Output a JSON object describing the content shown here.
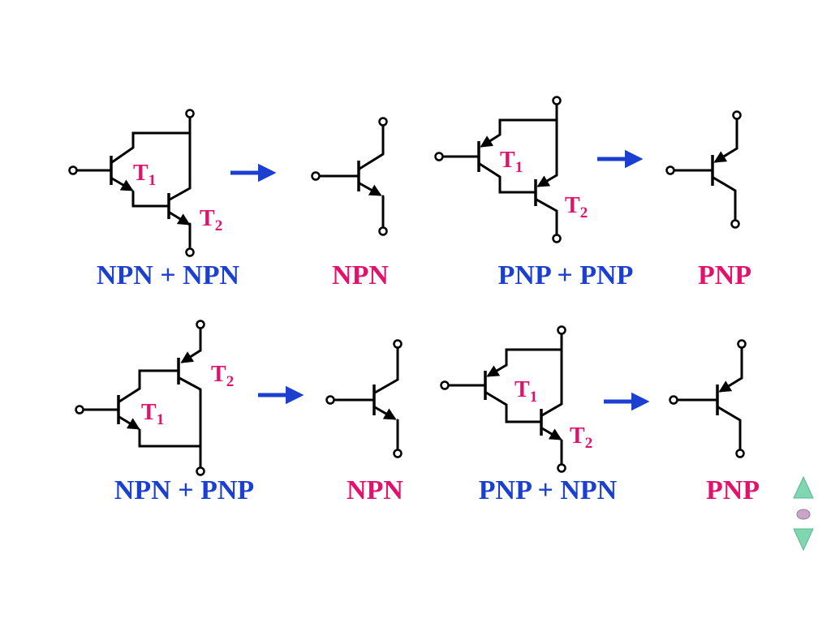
{
  "colors": {
    "blue": "#1a3fd1",
    "magenta": "#e3116b",
    "nav": "#7fd6b0"
  },
  "icons": {
    "arrow": "right-arrow-icon",
    "nav_up": "triangle-up-icon",
    "nav_dot": "dot-icon",
    "nav_down": "triangle-down-icon"
  },
  "row1": {
    "c1": "NPN + NPN",
    "c2": "NPN",
    "c3": "PNP + PNP",
    "c4": "PNP"
  },
  "row2": {
    "c1": "NPN + PNP",
    "c2": "NPN",
    "c3": "PNP + NPN",
    "c4": "PNP"
  },
  "transistor_labels": {
    "letter": "T",
    "sub1": "1",
    "sub2": "2"
  }
}
